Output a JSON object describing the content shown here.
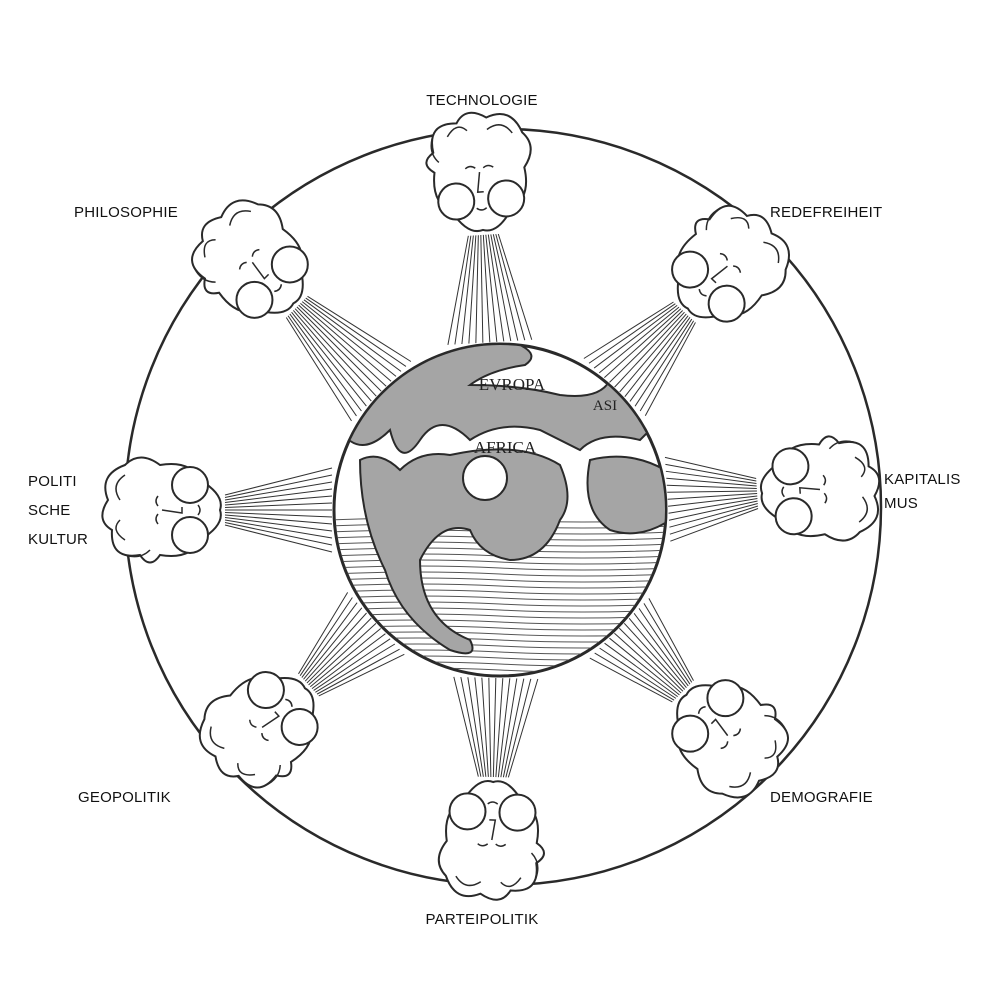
{
  "labels": {
    "top": "TECHNOLOGIE",
    "top_left": "PHILOSOPHIE",
    "top_right": "REDEFREIHEIT",
    "left": [
      "POLITI",
      "SCHE",
      "KULTUR"
    ],
    "right": [
      "KAPITALIS",
      "MUS"
    ],
    "bottom_left": "GEOPOLITIK",
    "bottom_right": "DEMOGRAFIE",
    "bottom": "PARTEIPOLITIK"
  },
  "globe": {
    "europe": "EVROPA",
    "asia": "ASI",
    "africa": "AFRICA"
  },
  "colors": {
    "ink": "#2a2a2a",
    "land": "#9a9a9a",
    "paper": "#ffffff"
  }
}
